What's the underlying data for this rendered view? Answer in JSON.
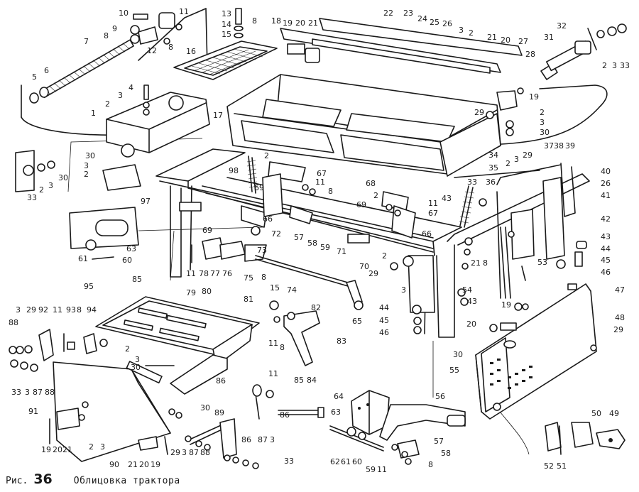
{
  "caption": {
    "prefix": "Рис.",
    "number": "36",
    "title": "Облицовка трактора"
  },
  "callouts": [
    {
      "id": "c10a",
      "text": "10"
    },
    {
      "id": "c11a",
      "text": "11"
    },
    {
      "id": "c9a",
      "text": "9"
    },
    {
      "id": "c8a",
      "text": "8"
    },
    {
      "id": "c12a",
      "text": "12"
    },
    {
      "id": "c8b",
      "text": "8"
    },
    {
      "id": "c7",
      "text": "7"
    },
    {
      "id": "c5",
      "text": "5"
    },
    {
      "id": "c6",
      "text": "6"
    },
    {
      "id": "c13",
      "text": "13"
    },
    {
      "id": "c14",
      "text": "14"
    },
    {
      "id": "c15a",
      "text": "15"
    },
    {
      "id": "c8c",
      "text": "8"
    },
    {
      "id": "c16",
      "text": "16"
    },
    {
      "id": "c18",
      "text": "18"
    },
    {
      "id": "c19a",
      "text": "19"
    },
    {
      "id": "c20a",
      "text": "20"
    },
    {
      "id": "c21a",
      "text": "21"
    },
    {
      "id": "c22",
      "text": "22"
    },
    {
      "id": "c23",
      "text": "23"
    },
    {
      "id": "c24",
      "text": "24"
    },
    {
      "id": "c25",
      "text": "25"
    },
    {
      "id": "c26a",
      "text": "26"
    },
    {
      "id": "c3a",
      "text": "3"
    },
    {
      "id": "c2a",
      "text": "2"
    },
    {
      "id": "c21b",
      "text": "21"
    },
    {
      "id": "c20b",
      "text": "20"
    },
    {
      "id": "c27",
      "text": "27"
    },
    {
      "id": "c28",
      "text": "28"
    },
    {
      "id": "c31",
      "text": "31"
    },
    {
      "id": "c32",
      "text": "32"
    },
    {
      "id": "c2b",
      "text": "2"
    },
    {
      "id": "c3b",
      "text": "3"
    },
    {
      "id": "c33a",
      "text": "33"
    },
    {
      "id": "c3c",
      "text": "3"
    },
    {
      "id": "c4",
      "text": "4"
    },
    {
      "id": "c2c",
      "text": "2"
    },
    {
      "id": "c1",
      "text": "1"
    },
    {
      "id": "c17",
      "text": "17"
    },
    {
      "id": "c19b",
      "text": "19"
    },
    {
      "id": "c2d",
      "text": "2"
    },
    {
      "id": "c29a",
      "text": "29"
    },
    {
      "id": "c3d",
      "text": "3"
    },
    {
      "id": "c30a",
      "text": "30"
    },
    {
      "id": "c30b",
      "text": "30"
    },
    {
      "id": "c3e",
      "text": "3"
    },
    {
      "id": "c2e",
      "text": "2"
    },
    {
      "id": "c30c",
      "text": "30"
    },
    {
      "id": "c33b",
      "text": "33"
    },
    {
      "id": "c2f",
      "text": "2"
    },
    {
      "id": "c3f",
      "text": "3"
    },
    {
      "id": "c97",
      "text": "97"
    },
    {
      "id": "c98",
      "text": "98"
    },
    {
      "id": "c2g",
      "text": "2"
    },
    {
      "id": "c67a",
      "text": "67"
    },
    {
      "id": "c11b",
      "text": "11"
    },
    {
      "id": "c8d",
      "text": "8"
    },
    {
      "id": "c69a",
      "text": "69"
    },
    {
      "id": "c34",
      "text": "34"
    },
    {
      "id": "c35",
      "text": "35"
    },
    {
      "id": "c68",
      "text": "68"
    },
    {
      "id": "c2h",
      "text": "2"
    },
    {
      "id": "c11c",
      "text": "11"
    },
    {
      "id": "c67b",
      "text": "67"
    },
    {
      "id": "c43a",
      "text": "43"
    },
    {
      "id": "c69b",
      "text": "69"
    },
    {
      "id": "c33c",
      "text": "33"
    },
    {
      "id": "c36",
      "text": "36"
    },
    {
      "id": "c2i",
      "text": "2"
    },
    {
      "id": "c3g",
      "text": "3"
    },
    {
      "id": "c29b",
      "text": "29"
    },
    {
      "id": "c37",
      "text": "37"
    },
    {
      "id": "c38",
      "text": "38"
    },
    {
      "id": "c39",
      "text": "39"
    },
    {
      "id": "c40",
      "text": "40"
    },
    {
      "id": "c26b",
      "text": "26"
    },
    {
      "id": "c41",
      "text": "41"
    },
    {
      "id": "c42",
      "text": "42"
    },
    {
      "id": "c43b",
      "text": "43"
    },
    {
      "id": "c44a",
      "text": "44"
    },
    {
      "id": "c45a",
      "text": "45"
    },
    {
      "id": "c46a",
      "text": "46"
    },
    {
      "id": "c63a",
      "text": "63"
    },
    {
      "id": "c60a",
      "text": "60"
    },
    {
      "id": "c61a",
      "text": "61"
    },
    {
      "id": "c66a",
      "text": "66"
    },
    {
      "id": "c72",
      "text": "72"
    },
    {
      "id": "c57a",
      "text": "57"
    },
    {
      "id": "c58a",
      "text": "58"
    },
    {
      "id": "c59a",
      "text": "59"
    },
    {
      "id": "c71",
      "text": "71"
    },
    {
      "id": "c70",
      "text": "70"
    },
    {
      "id": "c66b",
      "text": "66"
    },
    {
      "id": "c69c",
      "text": "69"
    },
    {
      "id": "c73",
      "text": "73"
    },
    {
      "id": "c11d",
      "text": "11"
    },
    {
      "id": "c78",
      "text": "78"
    },
    {
      "id": "c77",
      "text": "77"
    },
    {
      "id": "c76",
      "text": "76"
    },
    {
      "id": "c75",
      "text": "75"
    },
    {
      "id": "c8e",
      "text": "8"
    },
    {
      "id": "c15b",
      "text": "15"
    },
    {
      "id": "c74",
      "text": "74"
    },
    {
      "id": "c79",
      "text": "79"
    },
    {
      "id": "c2j",
      "text": "2"
    },
    {
      "id": "c29c",
      "text": "29"
    },
    {
      "id": "c3h",
      "text": "3"
    },
    {
      "id": "c21c",
      "text": "21"
    },
    {
      "id": "c8f",
      "text": "8"
    },
    {
      "id": "c54",
      "text": "54"
    },
    {
      "id": "c53",
      "text": "53"
    },
    {
      "id": "c43c",
      "text": "43"
    },
    {
      "id": "c95",
      "text": "95"
    },
    {
      "id": "c85a",
      "text": "85"
    },
    {
      "id": "c80",
      "text": "80"
    },
    {
      "id": "c81",
      "text": "81"
    },
    {
      "id": "c82",
      "text": "82"
    },
    {
      "id": "c65",
      "text": "65"
    },
    {
      "id": "c44b",
      "text": "44"
    },
    {
      "id": "c45b",
      "text": "45"
    },
    {
      "id": "c46b",
      "text": "46"
    },
    {
      "id": "c47",
      "text": "47"
    },
    {
      "id": "c48",
      "text": "48"
    },
    {
      "id": "c29d",
      "text": "29"
    },
    {
      "id": "c19c",
      "text": "19"
    },
    {
      "id": "c20c",
      "text": "20"
    },
    {
      "id": "c30d",
      "text": "30"
    },
    {
      "id": "c55",
      "text": "55"
    },
    {
      "id": "c3i",
      "text": "3"
    },
    {
      "id": "c29e",
      "text": "29"
    },
    {
      "id": "c92",
      "text": "92"
    },
    {
      "id": "c11e",
      "text": "11"
    },
    {
      "id": "c93",
      "text": "93"
    },
    {
      "id": "c8g",
      "text": "8"
    },
    {
      "id": "c94",
      "text": "94"
    },
    {
      "id": "c88a",
      "text": "88"
    },
    {
      "id": "c33d",
      "text": "33"
    },
    {
      "id": "c3j",
      "text": "3"
    },
    {
      "id": "c87a",
      "text": "87"
    },
    {
      "id": "c88b",
      "text": "88"
    },
    {
      "id": "c11f",
      "text": "11"
    },
    {
      "id": "c8h",
      "text": "8"
    },
    {
      "id": "c83",
      "text": "83"
    },
    {
      "id": "c2k",
      "text": "2"
    },
    {
      "id": "c3k",
      "text": "3"
    },
    {
      "id": "c30e",
      "text": "30"
    },
    {
      "id": "c86a",
      "text": "86"
    },
    {
      "id": "c11g",
      "text": "11"
    },
    {
      "id": "c85b",
      "text": "85"
    },
    {
      "id": "c84",
      "text": "84"
    },
    {
      "id": "c86b",
      "text": "86"
    },
    {
      "id": "c64",
      "text": "64"
    },
    {
      "id": "c56",
      "text": "56"
    },
    {
      "id": "c63b",
      "text": "63"
    },
    {
      "id": "c57b",
      "text": "57"
    },
    {
      "id": "c58b",
      "text": "58"
    },
    {
      "id": "c62",
      "text": "62"
    },
    {
      "id": "c61b",
      "text": "61"
    },
    {
      "id": "c60b",
      "text": "60"
    },
    {
      "id": "c59b",
      "text": "59"
    },
    {
      "id": "c11h",
      "text": "11"
    },
    {
      "id": "c8i",
      "text": "8"
    },
    {
      "id": "c50",
      "text": "50"
    },
    {
      "id": "c49",
      "text": "49"
    },
    {
      "id": "c52",
      "text": "52"
    },
    {
      "id": "c51",
      "text": "51"
    },
    {
      "id": "c91",
      "text": "91"
    },
    {
      "id": "c2l",
      "text": "2"
    },
    {
      "id": "c3l",
      "text": "3"
    },
    {
      "id": "c19d",
      "text": "19"
    },
    {
      "id": "c20d",
      "text": "20"
    },
    {
      "id": "c21d",
      "text": "21"
    },
    {
      "id": "c90",
      "text": "90"
    },
    {
      "id": "c21e",
      "text": "21"
    },
    {
      "id": "c20e",
      "text": "20"
    },
    {
      "id": "c19e",
      "text": "19"
    },
    {
      "id": "c30f",
      "text": "30"
    },
    {
      "id": "c89",
      "text": "89"
    },
    {
      "id": "c29f",
      "text": "29"
    },
    {
      "id": "c3m",
      "text": "3"
    },
    {
      "id": "c87b",
      "text": "87"
    },
    {
      "id": "c88c",
      "text": "88"
    },
    {
      "id": "c86c",
      "text": "86"
    },
    {
      "id": "c87c",
      "text": "87"
    },
    {
      "id": "c3n",
      "text": "3"
    },
    {
      "id": "c33e",
      "text": "33"
    }
  ]
}
